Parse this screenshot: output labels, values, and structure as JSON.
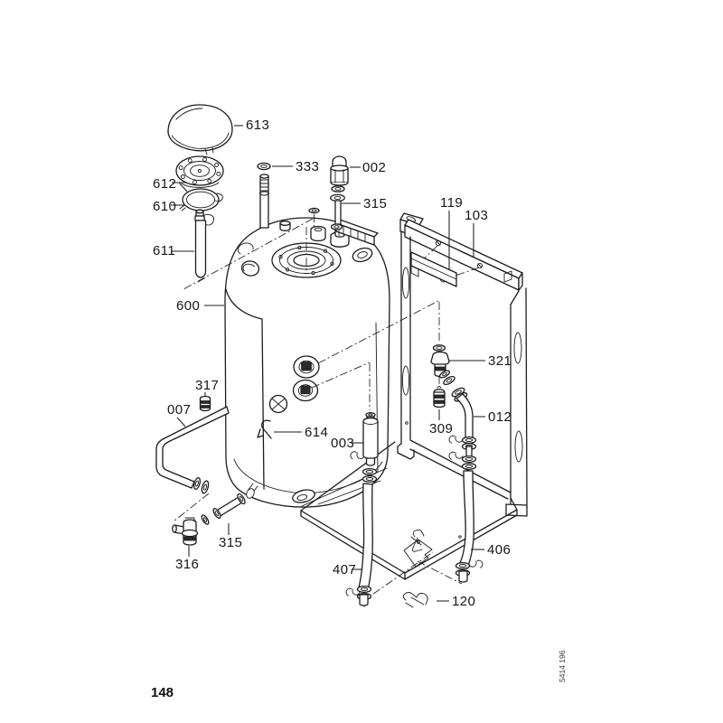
{
  "page": {
    "number": "148",
    "drawing_ref": "5414 196"
  },
  "callouts": {
    "c613": "613",
    "c333": "333",
    "c002": "002",
    "c612": "612",
    "c610": "610",
    "c315a": "315",
    "c119": "119",
    "c103": "103",
    "c611": "611",
    "c600": "600",
    "c321": "321",
    "c317": "317",
    "c007": "007",
    "c012": "012",
    "c309": "309",
    "c614": "614",
    "c003": "003",
    "c315b": "315",
    "c316": "316",
    "c406": "406",
    "c407": "407",
    "c120": "120"
  }
}
